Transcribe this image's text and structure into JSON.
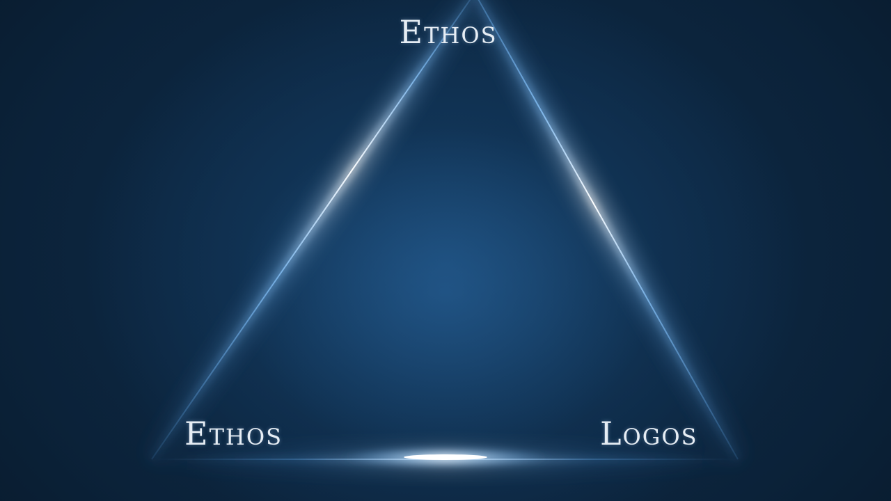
{
  "diagram": {
    "shape": "triangle",
    "glow_color": "#a9d4ff",
    "edge_color": "#5fb4ff",
    "background_color": "#0d2a47",
    "vertices": {
      "top": {
        "label": "Ethos"
      },
      "bottom_left": {
        "label": "Ethos"
      },
      "bottom_right": {
        "label": "Logos"
      }
    }
  }
}
